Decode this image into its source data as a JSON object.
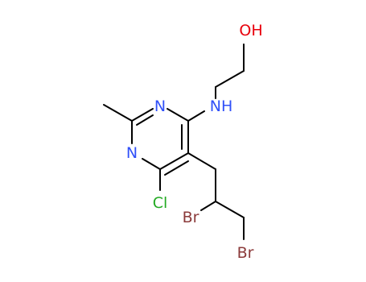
{
  "molecule": {
    "colors": {
      "carbon_bond": "#000000",
      "nitrogen": "#3050f8",
      "oxygen": "#e8000b",
      "chlorine": "#22aa22",
      "bromine": "#8b3a3a"
    },
    "atoms": [
      {
        "id": "oh",
        "label": "OH",
        "element": "O"
      },
      {
        "id": "nh",
        "label": "NH",
        "element": "N"
      },
      {
        "id": "n_ring_top",
        "label": "N",
        "element": "N"
      },
      {
        "id": "n_ring_bottom",
        "label": "N",
        "element": "N"
      },
      {
        "id": "cl",
        "label": "Cl",
        "element": "Cl"
      },
      {
        "id": "br_mid",
        "label": "Br",
        "element": "Br"
      },
      {
        "id": "br_end",
        "label": "Br",
        "element": "Br"
      }
    ]
  }
}
